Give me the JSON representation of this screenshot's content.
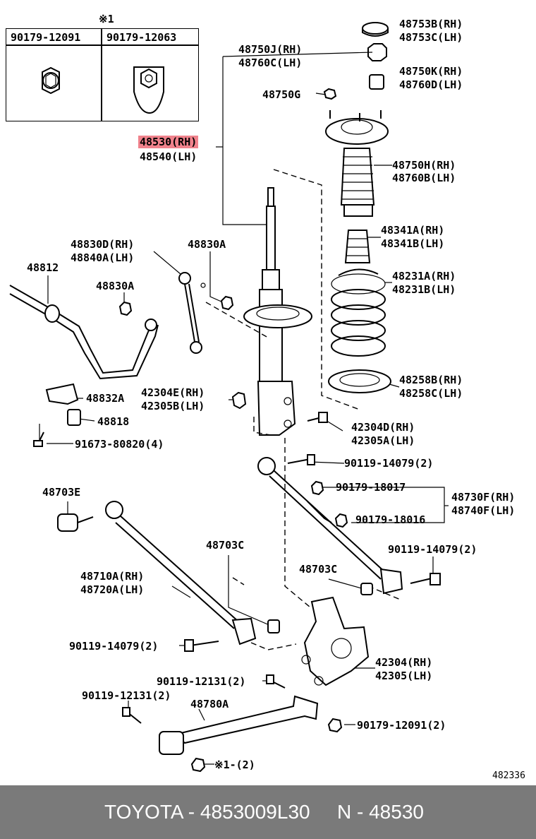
{
  "diagram_ref": "482336",
  "inset": {
    "note_mark": "※1",
    "col1": "90179-12091",
    "col2": "90179-12063"
  },
  "labels": {
    "l48753b": "48753B(RH)",
    "l48753c": "48753C(LH)",
    "l48750j": "48750J(RH)",
    "l48760c": "48760C(LH)",
    "l48750k": "48750K(RH)",
    "l48760d": "48760D(LH)",
    "l48750g": "48750G",
    "l48530": "48530(RH)",
    "l48540": "48540(LH)",
    "l48750h": "48750H(RH)",
    "l48760b": "48760B(LH)",
    "l48830d": "48830D(RH)",
    "l48840a": "48840A(LH)",
    "l48830a_top": "48830A",
    "l48812": "48812",
    "l48830a_mid": "48830A",
    "l48341a": "48341A(RH)",
    "l48341b": "48341B(LH)",
    "l48231a": "48231A(RH)",
    "l48231b": "48231B(LH)",
    "l48258b": "48258B(RH)",
    "l48258c": "48258C(LH)",
    "l48832a": "48832A",
    "l42304e": "42304E(RH)",
    "l42305b": "42305B(LH)",
    "l48818": "48818",
    "l42304d": "42304D(RH)",
    "l42305a": "42305A(LH)",
    "l91673": "91673-80820(4)",
    "l90119_a": "90119-14079(2)",
    "l48703e": "48703E",
    "l90179_18017": "90179-18017",
    "l48730f": "48730F(RH)",
    "l48740f": "48740F(LH)",
    "l90179_18016": "90179-18016",
    "l48703c_a": "48703C",
    "l90119_b": "90119-14079(2)",
    "l48710a": "48710A(RH)",
    "l48720a": "48720A(LH)",
    "l48703c_b": "48703C",
    "l90119_c": "90119-14079(2)",
    "l42304": "42304(RH)",
    "l42305": "42305(LH)",
    "l90119_12131_a": "90119-12131(2)",
    "l90119_12131_b": "90119-12131(2)",
    "l48780a": "48780A",
    "l90179_12091": "90179-12091(2)",
    "l_note1": "※1-(2)"
  },
  "footer": {
    "part": "TOYOTA - 4853009L30",
    "ref": "N - 48530"
  }
}
